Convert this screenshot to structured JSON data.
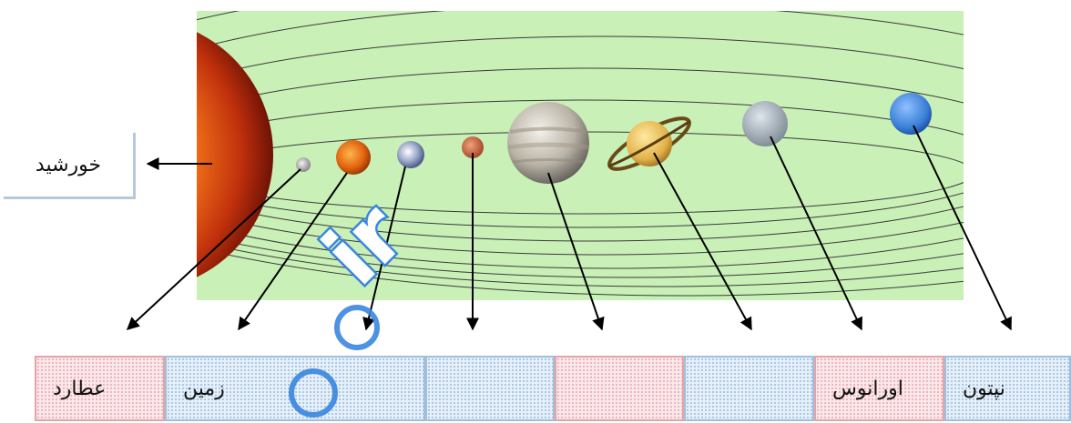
{
  "sun": {
    "label": "خورشید"
  },
  "planet_boxes": [
    {
      "label": "عطارد",
      "color": "pink"
    },
    {
      "label": "زمین",
      "color": "blue"
    },
    {
      "label": "",
      "color": "blue"
    },
    {
      "label": "",
      "color": "pink"
    },
    {
      "label": "",
      "color": "blue"
    },
    {
      "label": "اورانوس",
      "color": "pink"
    },
    {
      "label": "نپتون",
      "color": "blue"
    }
  ],
  "watermark": {
    "text": "ir"
  },
  "colors": {
    "background_panel": "#c9f0b7",
    "sun_outer": "#8b1a0c",
    "sun_inner": "#f47b16",
    "arrow": "#000000"
  }
}
